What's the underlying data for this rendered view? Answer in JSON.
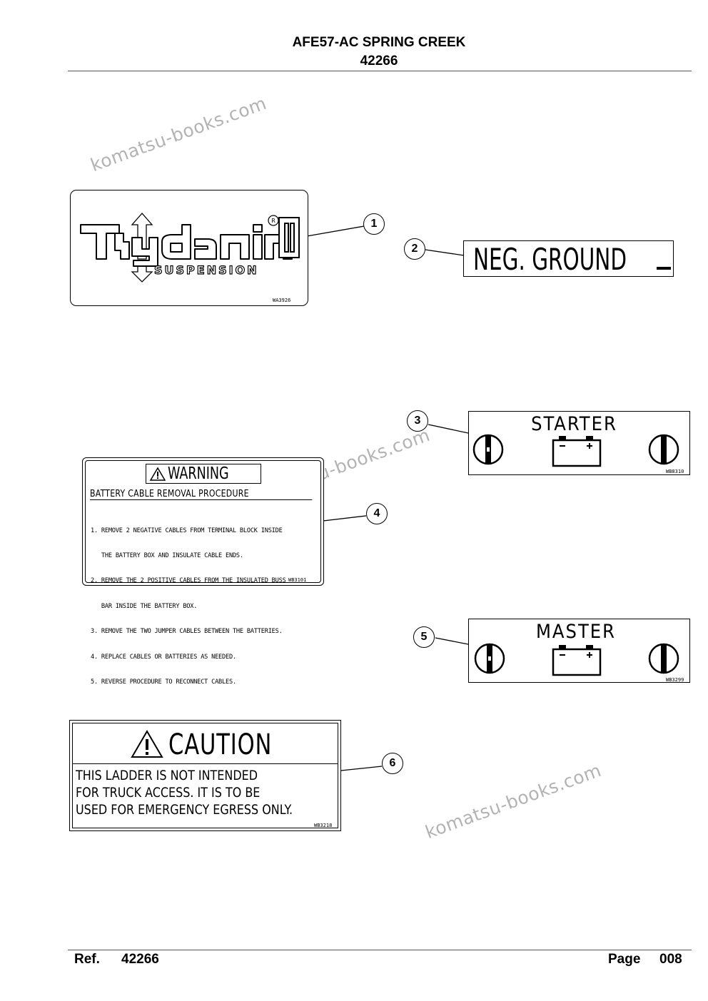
{
  "header": {
    "title": "AFE57-AC SPRING CREEK",
    "number": "42266"
  },
  "watermark": "komatsu-books.com",
  "decals": [
    {
      "callout": "1",
      "suspension": "SUSPENSION",
      "code": "WA3926"
    },
    {
      "callout": "2",
      "text": "NEG. GROUND"
    },
    {
      "callout": "3",
      "title": "STARTER",
      "code": "WB8310"
    },
    {
      "callout": "4",
      "heading": "WARNING",
      "subheading": "BATTERY CABLE REMOVAL PROCEDURE",
      "steps": [
        "1. REMOVE 2 NEGATIVE CABLES FROM TERMINAL BLOCK INSIDE",
        "   THE BATTERY BOX AND INSULATE CABLE ENDS.",
        "2. REMOVE THE 2 POSITIVE CABLES FROM THE INSULATED BUSS",
        "   BAR INSIDE THE BATTERY BOX.",
        "3. REMOVE THE TWO JUMPER CABLES BETWEEN THE BATTERIES.",
        "4. REPLACE CABLES OR BATTERIES AS NEEDED.",
        "5. REVERSE PROCEDURE TO RECONNECT CABLES."
      ],
      "code": "WB3101"
    },
    {
      "callout": "5",
      "title": "MASTER",
      "code": "WB3299"
    },
    {
      "callout": "6",
      "heading": "CAUTION",
      "lines": [
        "THIS LADDER IS NOT INTENDED",
        "FOR TRUCK ACCESS.  IT IS TO BE",
        "USED FOR EMERGENCY EGRESS ONLY."
      ],
      "code": "WB3218"
    }
  ],
  "footer": {
    "ref_label": "Ref.",
    "ref_value": "42266",
    "page_label": "Page",
    "page_value": "008"
  }
}
